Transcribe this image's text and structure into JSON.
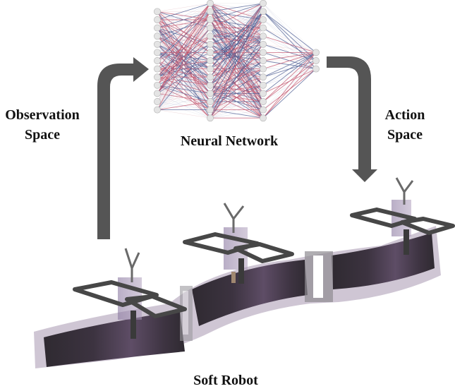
{
  "labels": {
    "observation_line1": "Observation",
    "observation_line2": "Space",
    "action_line1": "Action",
    "action_line2": "Space",
    "neural_network": "Neural Network",
    "soft_robot": "Soft Robot"
  },
  "network": {
    "layer_sizes": [
      13,
      15,
      15,
      3
    ],
    "edge_colors": [
      "#c0506a",
      "#4a5a90",
      "#d8a0a8",
      "#9aa4c8",
      "#c9c9d2"
    ],
    "node_fill": "#e4e4e4",
    "node_stroke": "#b8b8b8"
  },
  "colors": {
    "arrow": "#555555",
    "robot_body": "#3f3540",
    "robot_body_light": "#5c4c63",
    "robot_rim": "#8a7c92",
    "frame": "#4a4a4a",
    "module_tint": "#9a86a6"
  }
}
